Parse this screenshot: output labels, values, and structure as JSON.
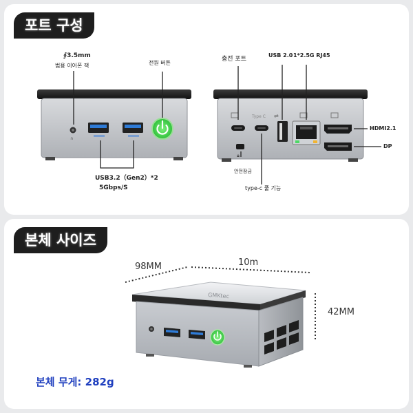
{
  "ports_section": {
    "title": "포트 구성",
    "front": {
      "audio_label_1": "∮3.5mm",
      "audio_label_2": "범용 이어폰 잭",
      "power_label": "전원 버튼",
      "usb_label": "USB3.2（Gen2）*2",
      "speed_label": "5Gbps/S"
    },
    "rear": {
      "charge_label": "충전 포트",
      "usb2_label": "USB 2.0",
      "rj45_label": "1*2.5G RJ45",
      "hdmi_label": "HDMI2.1",
      "dp_label": "DP",
      "lock_label": "안전잠금",
      "typec_label": "type-c 풀 기능",
      "typec_print": "Type C"
    }
  },
  "size_section": {
    "title": "본체 사이즈",
    "depth_label": "98MM",
    "width_label": "10m",
    "height_label": "42MM",
    "weight_label": "본체 무게: 282g",
    "brand_print": "GMKtec"
  },
  "colors": {
    "accent_green": "#4cd964",
    "usb_blue": "#2f7bd6",
    "weight_blue": "#1f3fbf"
  }
}
